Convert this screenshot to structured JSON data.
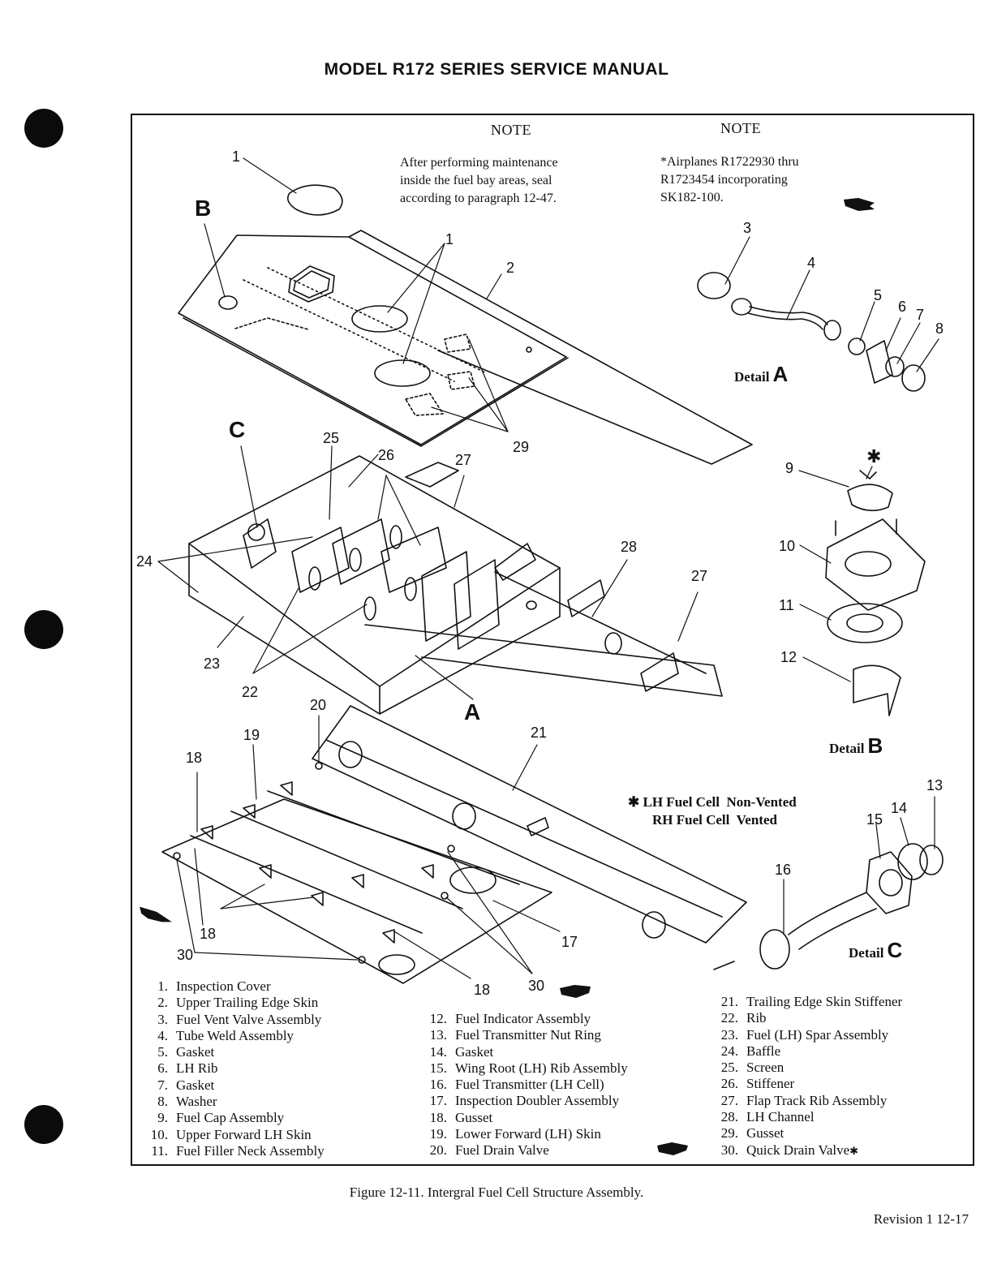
{
  "header": "MODEL R172 SERIES SERVICE MANUAL",
  "notes": [
    {
      "title": "NOTE",
      "text": "After performing maintenance\ninside the fuel bay areas, seal\naccording to paragraph 12-47."
    },
    {
      "title": "NOTE",
      "text": "*Airplanes R1722930 thru\nR1723454 incorporating\nSK182-100."
    }
  ],
  "callouts": [
    "1",
    "1",
    "2",
    "3",
    "4",
    "5",
    "6",
    "7",
    "8",
    "9",
    "10",
    "11",
    "12",
    "13",
    "14",
    "15",
    "16",
    "17",
    "18",
    "18",
    "18",
    "19",
    "20",
    "21",
    "22",
    "23",
    "24",
    "25",
    "26",
    "27",
    "27",
    "28",
    "29",
    "30",
    "30"
  ],
  "view_letters": [
    "B",
    "C",
    "A"
  ],
  "details": [
    {
      "label": "Detail",
      "letter": "A"
    },
    {
      "label": "Detail",
      "letter": "B"
    },
    {
      "label": "Detail",
      "letter": "C"
    }
  ],
  "fuel_cell_note": {
    "symbol": "✱",
    "line1_a": "LH Fuel Cell",
    "line1_b": "Non-Vented",
    "line2_a": "RH Fuel Cell",
    "line2_b": "Vented"
  },
  "asterisk_mark": "✱",
  "parts_list": [
    {
      "num": "1.",
      "name": "Inspection Cover"
    },
    {
      "num": "2.",
      "name": "Upper Trailing Edge Skin"
    },
    {
      "num": "3.",
      "name": "Fuel Vent Valve Assembly"
    },
    {
      "num": "4.",
      "name": "Tube Weld Assembly"
    },
    {
      "num": "5.",
      "name": "Gasket"
    },
    {
      "num": "6.",
      "name": "LH Rib"
    },
    {
      "num": "7.",
      "name": "Gasket"
    },
    {
      "num": "8.",
      "name": "Washer"
    },
    {
      "num": "9.",
      "name": "Fuel Cap Assembly"
    },
    {
      "num": "10.",
      "name": "Upper Forward LH Skin"
    },
    {
      "num": "11.",
      "name": "Fuel Filler Neck Assembly"
    },
    {
      "num": "12.",
      "name": "Fuel Indicator Assembly"
    },
    {
      "num": "13.",
      "name": "Fuel Transmitter Nut Ring"
    },
    {
      "num": "14.",
      "name": "Gasket"
    },
    {
      "num": "15.",
      "name": "Wing Root (LH) Rib Assembly"
    },
    {
      "num": "16.",
      "name": "Fuel Transmitter (LH Cell)"
    },
    {
      "num": "17.",
      "name": "Inspection Doubler Assembly"
    },
    {
      "num": "18.",
      "name": "Gusset"
    },
    {
      "num": "19.",
      "name": "Lower Forward (LH) Skin"
    },
    {
      "num": "20.",
      "name": "Fuel Drain Valve"
    },
    {
      "num": "21.",
      "name": "Trailing Edge Skin Stiffener"
    },
    {
      "num": "22.",
      "name": "Rib"
    },
    {
      "num": "23.",
      "name": "Fuel (LH) Spar Assembly"
    },
    {
      "num": "24.",
      "name": "Baffle"
    },
    {
      "num": "25.",
      "name": "Screen"
    },
    {
      "num": "26.",
      "name": "Stiffener"
    },
    {
      "num": "27.",
      "name": "Flap Track Rib Assembly"
    },
    {
      "num": "28.",
      "name": "LH Channel"
    },
    {
      "num": "29.",
      "name": "Gusset"
    },
    {
      "num": "30.",
      "name": "Quick Drain Valve"
    }
  ],
  "caption": "Figure 12-11.  Intergral Fuel Cell Structure Assembly.",
  "page_number": "Revision 1  12-17"
}
